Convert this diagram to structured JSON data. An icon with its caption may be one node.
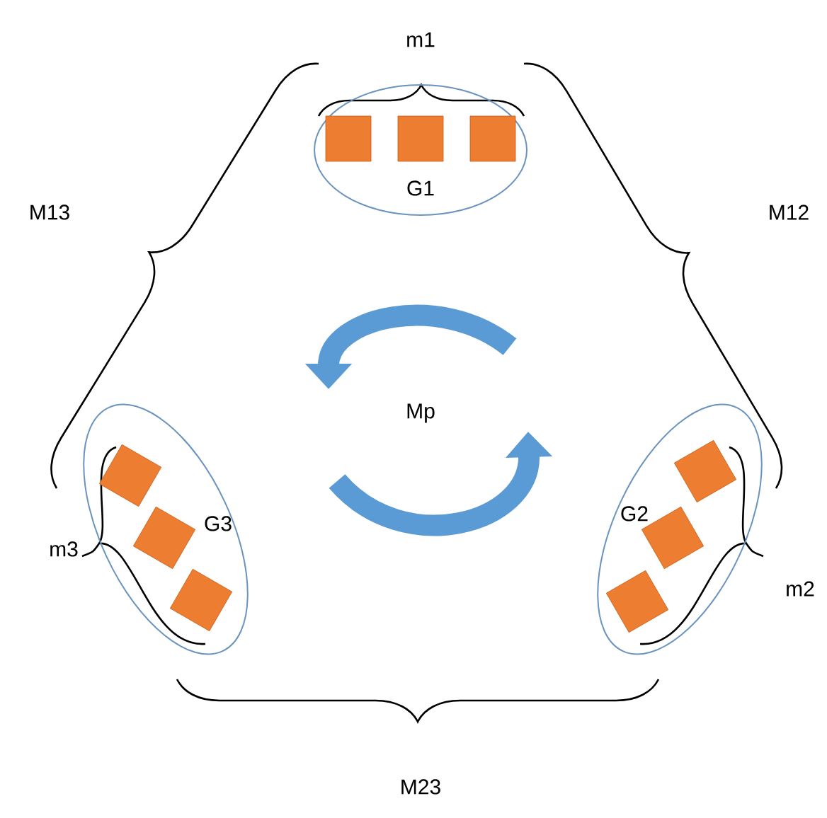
{
  "diagram": {
    "nodes": [
      {
        "text": [
          "G1"
        ]
      },
      {
        "text": [],
        "shape": "box",
        "in": 0
      },
      {
        "text": [],
        "shape": "box",
        "in": 0
      },
      {
        "text": [],
        "shape": "box",
        "in": 0
      },
      {
        "text": [
          "G3"
        ]
      },
      {
        "text": [],
        "shape": "box",
        "in": 4
      },
      {
        "text": [],
        "shape": "box",
        "in": 4
      },
      {
        "text": [],
        "shape": "box",
        "in": 4
      },
      {
        "text": [
          "G2"
        ]
      },
      {
        "text": [],
        "shape": "box",
        "in": 8
      },
      {
        "text": [],
        "shape": "box",
        "in": 8
      },
      {
        "text": [],
        "shape": "box",
        "in": 8
      }
    ],
    "edges": [],
    "labels": [
      "m1",
      "M13",
      "M12",
      "Mp",
      "m3",
      "m2",
      "M23"
    ]
  }
}
